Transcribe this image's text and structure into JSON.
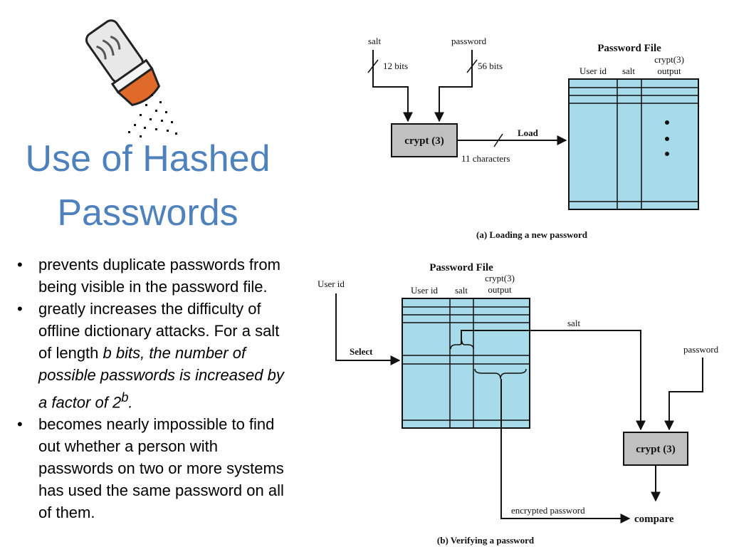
{
  "slide": {
    "title_line1": "Use of Hashed",
    "title_line2": "Passwords",
    "bullets": [
      {
        "text": "prevents duplicate passwords from being visible in the password file."
      },
      {
        "text_plain": "greatly increases the difficulty of offline dictionary attacks. For a salt of length ",
        "text_italic": "b bits, the number of possible passwords is increased by a factor of 2",
        "superscript": "b",
        "text_end": "."
      },
      {
        "text": "becomes nearly impossible to find out whether a person with passwords on two or more systems has used the same password on all of them."
      }
    ]
  },
  "diagram_a": {
    "salt_label": "salt",
    "password_label": "password",
    "salt_bits": "12 bits",
    "password_bits": "56 bits",
    "crypt_label": "crypt (3)",
    "load_label": "Load",
    "chars_label": "11 characters",
    "file_title": "Password File",
    "col_userid": "User id",
    "col_salt": "salt",
    "col_output_line1": "crypt(3)",
    "col_output_line2": "output",
    "caption": "(a) Loading a new password"
  },
  "diagram_b": {
    "file_title": "Password File",
    "col_userid": "User id",
    "col_salt": "salt",
    "col_output_line1": "crypt(3)",
    "col_output_line2": "output",
    "userid_label": "User id",
    "select_label": "Select",
    "salt_label": "salt",
    "password_label": "password",
    "crypt_label": "crypt (3)",
    "encrypted_label": "encrypted password",
    "compare_label": "compare",
    "caption": "(b) Verifying a password"
  },
  "colors": {
    "title": "#4f81bd",
    "table_fill": "#a8dbe9",
    "crypt_fill": "#c0c0c0",
    "shaker_cap": "#e06a2a"
  }
}
